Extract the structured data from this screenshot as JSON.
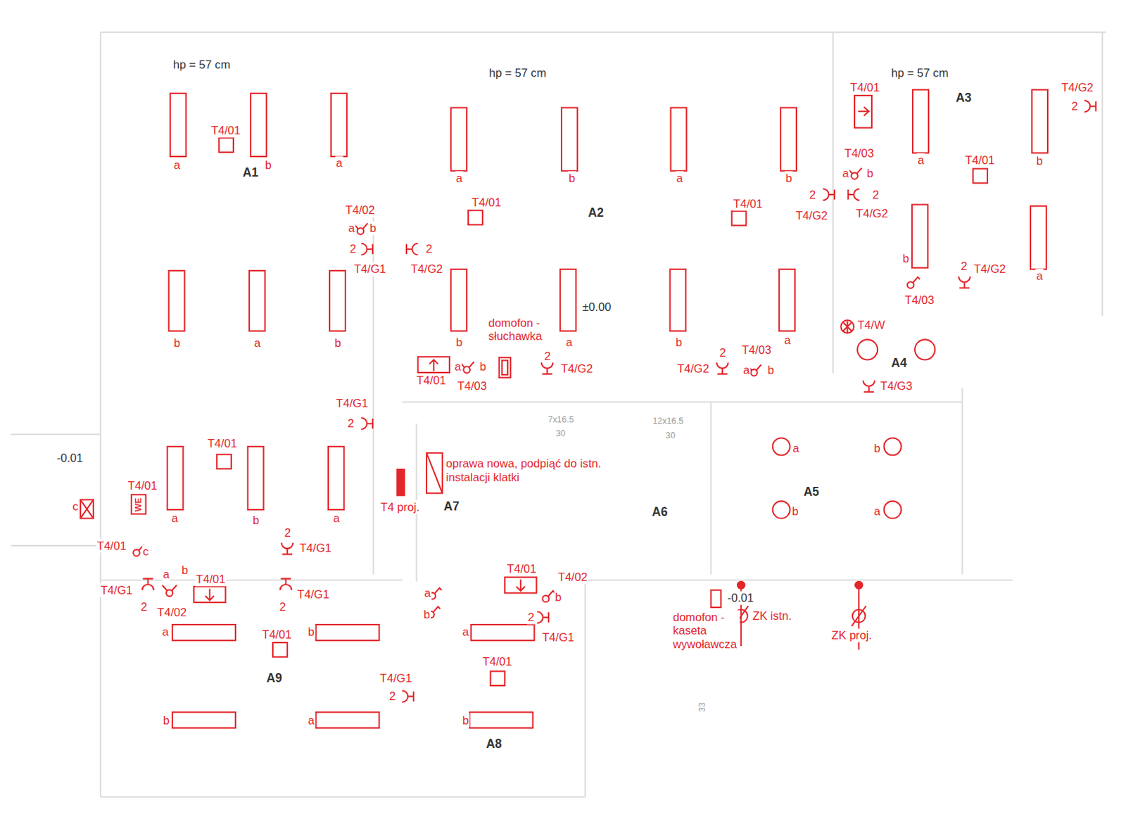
{
  "diagram": {
    "nodes": [
      {
        "text": [
          "WE"
        ]
      }
    ],
    "labels": [
      "hp = 57 cm",
      "A1",
      "T4/01",
      "a",
      "b",
      "a",
      "b",
      "a",
      "b",
      "T4/01",
      "a",
      "b",
      "a",
      "T4/02",
      "a",
      "b",
      "2",
      "T4/G1",
      "T4/G1",
      "2",
      "-0.01",
      "c",
      "T4/01",
      "T4/01",
      "c",
      "2",
      "T4/G1",
      "T4/G1",
      "2",
      "a",
      "b",
      "T4/01",
      "T4/02",
      "T4/G1",
      "2",
      "a",
      "b",
      "T4/01",
      "A9",
      "b",
      "a",
      "T4/G1",
      "2",
      "a",
      "b",
      "T4/01",
      "T4/02",
      "b",
      "2",
      "T4/G1",
      "a",
      "T4/01",
      "b",
      "A8",
      "T4 proj.",
      "oprawa nowa, podpiąć do istn. instalacji klatki",
      "A7",
      "hp = 57 cm",
      "a",
      "b",
      "a",
      "b",
      "T4/01",
      "A2",
      "T4/01",
      "b",
      "a",
      "b",
      "a",
      "±0.00",
      "2",
      "T4/G2",
      "domofon -słuchawka",
      "T4/01",
      "a",
      "b",
      "T4/03",
      "2",
      "T4/G2",
      "T4/G2",
      "2",
      "T4/03",
      "a",
      "b",
      "hp = 57 cm",
      "T4/01",
      "A3",
      "T4/G2",
      "2",
      "a",
      "b",
      "T4/03",
      "a",
      "b",
      "T4/01",
      "2",
      "T4/G2",
      "2",
      "T4/G2",
      "b",
      "a",
      "2",
      "T4/G2",
      "T4/03",
      "T4/W",
      "A4",
      "T4/G3",
      "a",
      "b",
      "A5",
      "b",
      "a",
      "A6",
      "-0.01",
      "domofon -kaseta wywoławcza",
      "ZK istn.",
      "ZK proj.",
      "7x16.5",
      "30",
      "12x16.5",
      "30",
      "33"
    ]
  }
}
